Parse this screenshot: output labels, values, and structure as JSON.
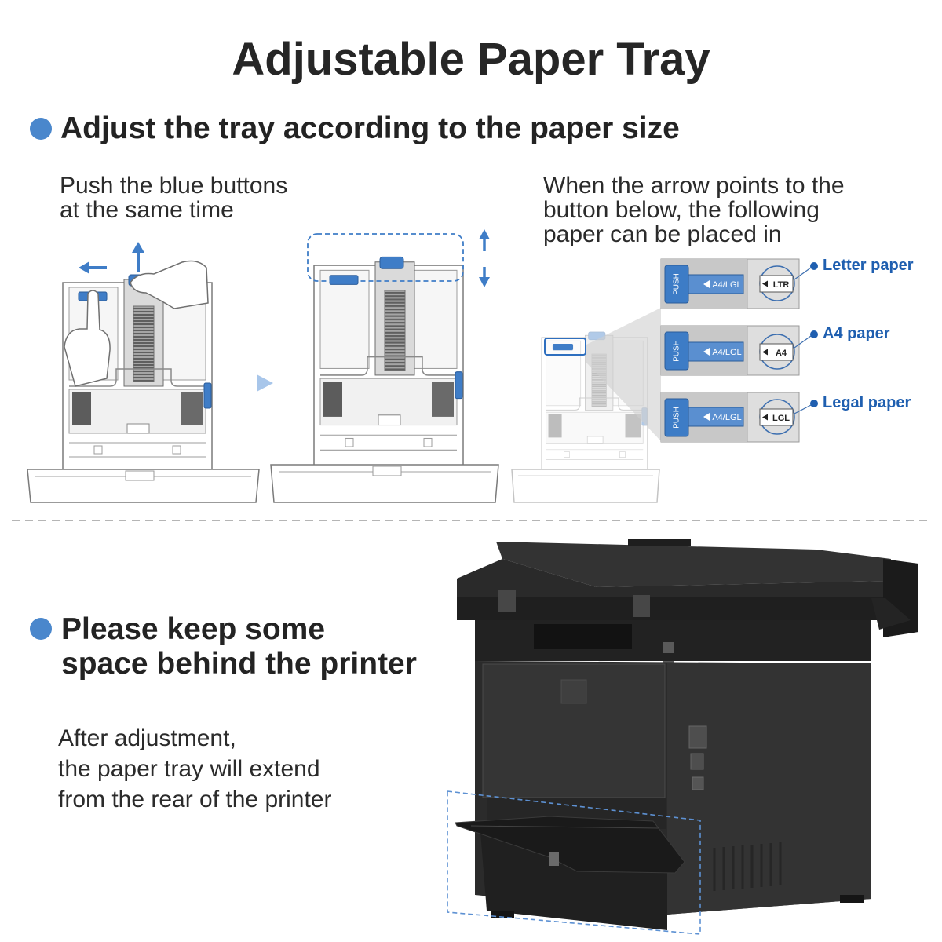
{
  "title": "Adjustable Paper Tray",
  "section_adjust": {
    "heading": "Adjust the tray according to the paper size",
    "step_push": [
      "Push the blue buttons",
      "at the same time"
    ],
    "step_arrow": [
      "When the arrow points to the",
      "button below, the following",
      "paper can be placed in"
    ],
    "button_label": "PUSH",
    "slider_label": "A4/LGL",
    "positions": [
      {
        "indicator": "LTR",
        "paper": "Letter paper"
      },
      {
        "indicator": "A4",
        "paper": "A4 paper"
      },
      {
        "indicator": "LGL",
        "paper": "Legal paper"
      }
    ]
  },
  "section_space": {
    "heading": [
      "Please keep some",
      "space behind the printer"
    ],
    "body": [
      "After adjustment,",
      "the paper tray will extend",
      "from the rear of the printer"
    ]
  },
  "colors": {
    "accent": "#4a87cc",
    "button_blue": "#3f7dc7",
    "label_blue": "#1f5fb0",
    "text": "#222222",
    "printer_body": "#2b2b2b"
  },
  "icons": [
    "bullet-dot-icon",
    "arrow-left-icon",
    "arrow-up-icon",
    "arrow-up-down-icon",
    "next-arrow-icon",
    "hand-icon"
  ]
}
